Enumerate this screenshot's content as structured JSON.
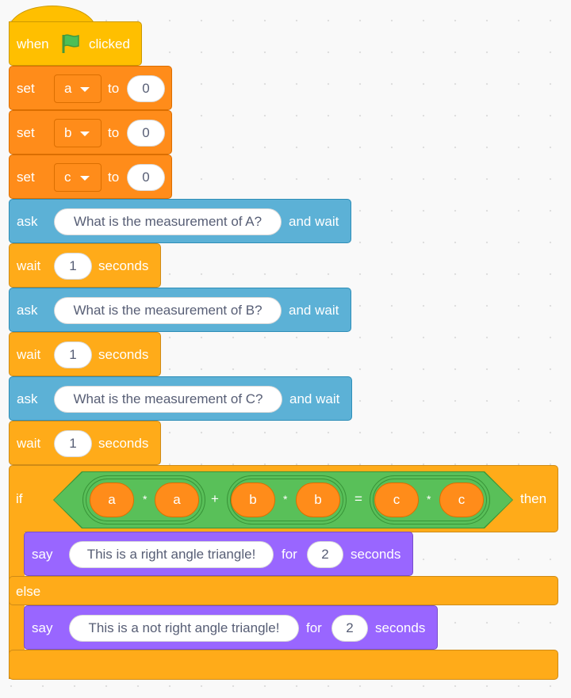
{
  "hat": {
    "when": "when",
    "clicked": "clicked",
    "icon": "green-flag-icon"
  },
  "sets": [
    {
      "label": "set",
      "var": "a",
      "to": "to",
      "value": "0"
    },
    {
      "label": "set",
      "var": "b",
      "to": "to",
      "value": "0"
    },
    {
      "label": "set",
      "var": "c",
      "to": "to",
      "value": "0"
    }
  ],
  "steps": [
    {
      "ask": "ask",
      "question": "What is the measurement of A?",
      "and_wait": "and wait",
      "wait": "wait",
      "seconds_value": "1",
      "seconds": "seconds"
    },
    {
      "ask": "ask",
      "question": "What is the measurement of B?",
      "and_wait": "and wait",
      "wait": "wait",
      "seconds_value": "1",
      "seconds": "seconds"
    },
    {
      "ask": "ask",
      "question": "What is the measurement of C?",
      "and_wait": "and wait",
      "wait": "wait",
      "seconds_value": "1",
      "seconds": "seconds"
    }
  ],
  "if_block": {
    "if": "if",
    "then": "then",
    "else": "else",
    "condition": {
      "left1": "a",
      "op1": "*",
      "left2": "a",
      "plus": "+",
      "right1": "b",
      "op2": "*",
      "right2": "b",
      "equals": "=",
      "c1": "c",
      "op3": "*",
      "c2": "c"
    },
    "say_then": {
      "say": "say",
      "message": "This is a right angle triangle!",
      "for": "for",
      "value": "2",
      "seconds": "seconds"
    },
    "say_else": {
      "say": "say",
      "message": "This is a not right angle triangle!",
      "for": "for",
      "value": "2",
      "seconds": "seconds"
    }
  },
  "colors": {
    "events": "#FFBF00",
    "variables": "#FF8C1A",
    "sensing": "#5CB1D6",
    "control": "#FFAB19",
    "looks": "#9966FF",
    "operators": "#59C059"
  }
}
